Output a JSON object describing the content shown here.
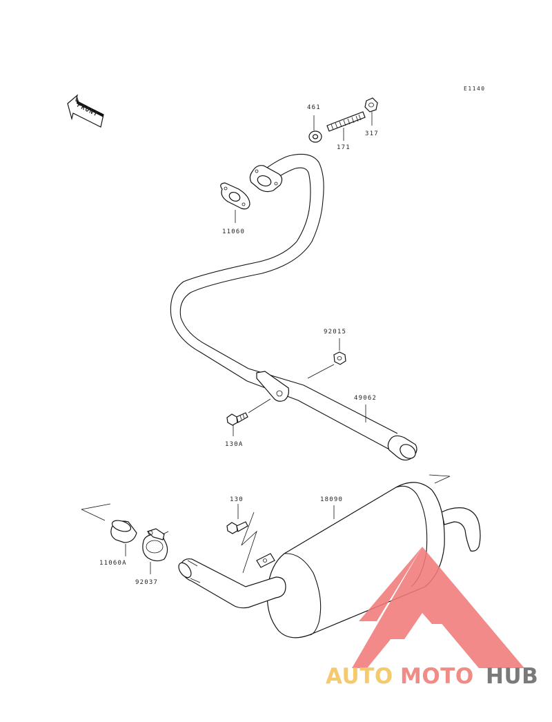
{
  "diagram_code": "E1140",
  "front_label": "FRONT",
  "parts": {
    "p461": "461",
    "p171": "171",
    "p317": "317",
    "p11060": "11060",
    "p92015": "92015",
    "p49062": "49062",
    "p130A": "130A",
    "p130": "130",
    "p18090": "18090",
    "p11060A": "11060A",
    "p92037": "92037"
  },
  "watermark": {
    "auto": "AUTO",
    "moto": "MOTO",
    "hub": "HUB",
    "colors": {
      "auto": "#f5c96e",
      "moto": "#f08b86",
      "hub": "#7a7a7a",
      "triangle": "#f07a78"
    }
  }
}
